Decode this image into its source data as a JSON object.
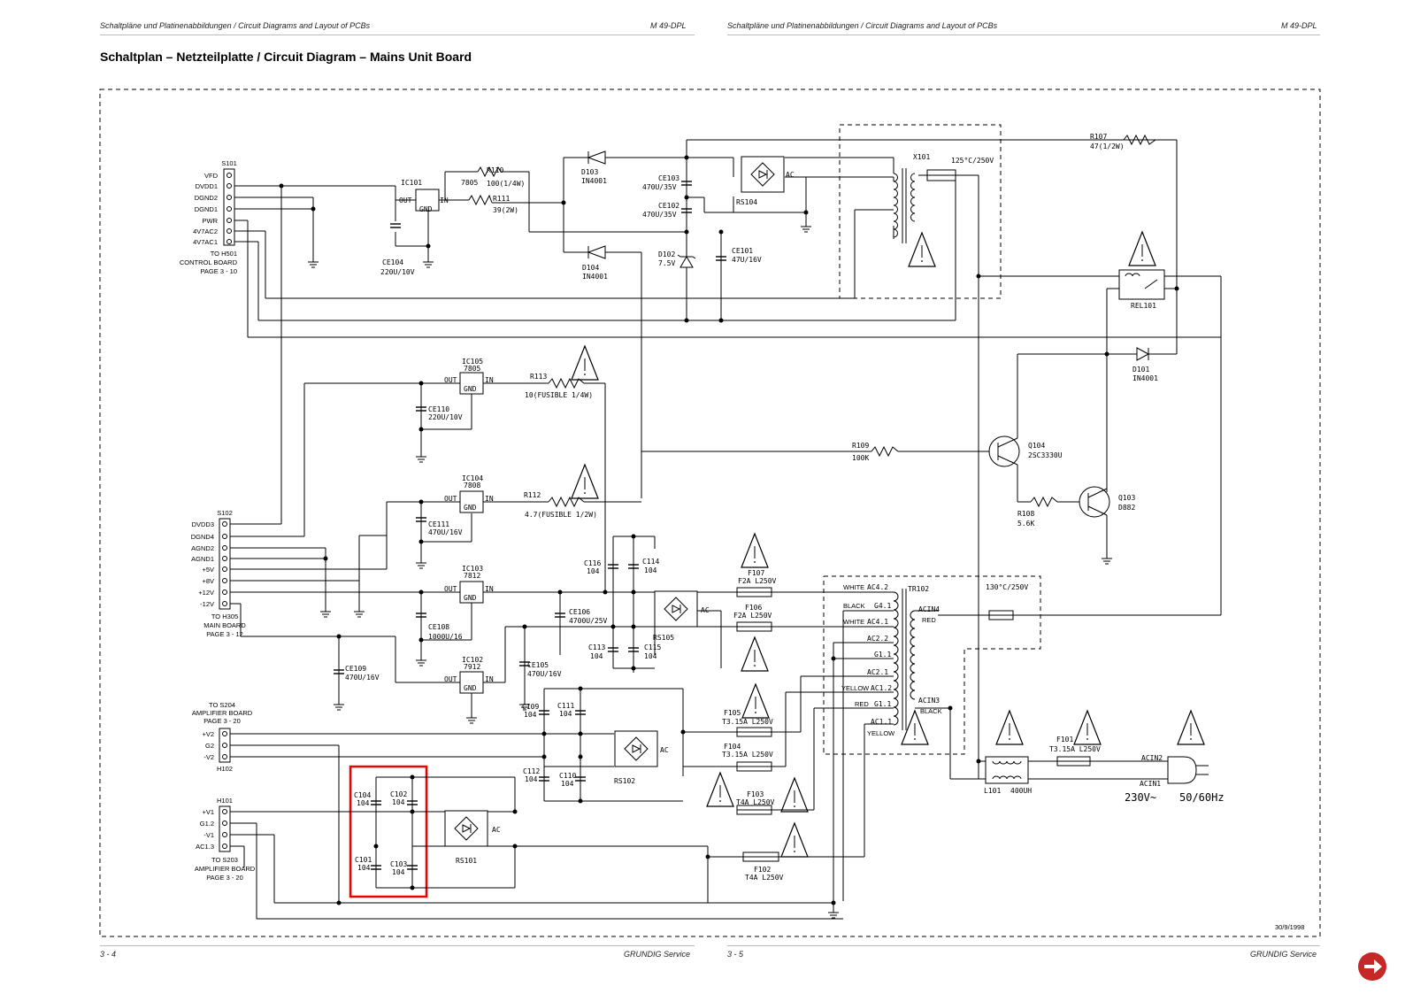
{
  "header": {
    "left_title": "Schaltpläne und Platinenabbildungen / Circuit Diagrams and Layout of PCBs",
    "left_model": "M 49-DPL",
    "right_title": "Schaltpläne und Platinenabbildungen / Circuit Diagrams and Layout of PCBs",
    "right_model": "M 49-DPL"
  },
  "page_title": "Schaltplan – Netzteilplatte / Circuit Diagram – Mains Unit Board",
  "footer": {
    "left_page": "3 - 4",
    "left_brand": "GRUNDIG Service",
    "right_page": "3 - 5",
    "right_brand": "GRUNDIG Service",
    "date": "30/9/1998"
  },
  "connectors": {
    "s101": {
      "name": "S101",
      "pins": [
        "VFD",
        "DVDD1",
        "DGND2",
        "DGND1",
        "PWR",
        "4V7AC2",
        "4V7AC1"
      ],
      "note": [
        "TO H501",
        "CONTROL BOARD",
        "PAGE 3 - 10"
      ]
    },
    "s102": {
      "name": "S102",
      "pins": [
        "DVDD3",
        "DGND4",
        "AGND2",
        "AGND1",
        "+5V",
        "+8V",
        "+12V",
        "-12V"
      ],
      "note": [
        "TO H305",
        "MAIN BOARD",
        "PAGE 3 - 12"
      ]
    },
    "h102": {
      "name": "H102",
      "pins": [
        "+V2",
        "G2",
        "-V2"
      ],
      "note": [
        "TO S204",
        "AMPLIFIER BOARD",
        "PAGE 3 - 20"
      ]
    },
    "h101": {
      "name": "H101",
      "pins": [
        "+V1",
        "G1.2",
        "-V1",
        "AC1.3"
      ],
      "note": [
        "TO S203",
        "AMPLIFIER BOARD",
        "PAGE 3 - 20"
      ]
    }
  },
  "parts": {
    "ic101": "IC101",
    "ic101_type": "7805",
    "ic105": "IC105",
    "ic105_type": "7805",
    "ic104": "IC104",
    "ic104_type": "7808",
    "ic103": "IC103",
    "ic103_type": "7812",
    "ic102": "IC102",
    "ic102_type": "7912",
    "out": "OUT",
    "in": "IN",
    "gnd": "GND",
    "r110": "R110",
    "r110_v": "100(1/4W)",
    "r111": "R111",
    "r111_v": "39(2W)",
    "r113": "R113",
    "r113_v": "10(FUSIBLE 1/4W)",
    "r112": "R112",
    "r112_v": "4.7(FUSIBLE 1/2W)",
    "r107": "R107",
    "r107_v": "47(1/2W)",
    "r109": "R109",
    "r109_v": "100K",
    "r108": "R108",
    "r108_v": "5.6K",
    "ce104": "CE104",
    "ce104_v": "220U/10V",
    "ce110": "CE110",
    "ce110_v": "220U/10V",
    "ce111": "CE111",
    "ce111_v": "470U/16V",
    "ce108": "CE108",
    "ce108_v": "1000U/16",
    "ce109": "CE109",
    "ce109_v": "470U/16V",
    "ce106": "CE106",
    "ce106_v": "4700U/25V",
    "ce105": "CE105",
    "ce105_v": "470U/16V",
    "ce103": "CE103",
    "ce103_v": "470U/35V",
    "ce102": "CE102",
    "ce102_v": "470U/35V",
    "ce101": "CE101",
    "ce101_v": "47U/16V",
    "d103": "D103",
    "d103_v": "IN4001",
    "d104": "D104",
    "d104_v": "IN4001",
    "d102": "D102",
    "d102_v": "7.5V",
    "d101": "D101",
    "d101_v": "IN4001",
    "rs104": "RS104",
    "rs105": "RS105",
    "rs102": "RS102",
    "rs101": "RS101",
    "ac": "AC",
    "x101": "X101",
    "x101_v": "125°C/250V",
    "rel101": "REL101",
    "q104": "Q104",
    "q104_v": "2SC3330U",
    "q103": "Q103",
    "q103_v": "D882",
    "c116": "C116",
    "c114": "C114",
    "c113": "C113",
    "c115": "C115",
    "c109": "C109",
    "c111": "C111",
    "c112": "C112",
    "c110": "C110",
    "c104": "C104",
    "c102": "C102",
    "c101": "C101",
    "c103": "C103",
    "c_v": "104",
    "f107": "F107",
    "f107_v": "F2A L250V",
    "f106": "F106",
    "f106_v": "F2A L250V",
    "f105": "F105",
    "f105_v": "T3.15A L250V",
    "f104": "F104",
    "f104_v": "T3.15A L250V",
    "f103": "F103",
    "f103_v": "T4A L250V",
    "f102": "F102",
    "f102_v": "T4A L250V",
    "f101": "F101",
    "f101_v": "T3.15A L250V",
    "tr102": "TR102",
    "tr102_v": "130°C/250V",
    "l101": "L101",
    "l101_v": "400UH",
    "acin1": "ACIN1",
    "acin2": "ACIN2",
    "acin3": "ACIN3",
    "acin4": "ACIN4",
    "red": "RED",
    "black": "BLACK",
    "mains_v": "230V~",
    "mains_f": "50/60Hz"
  },
  "transformer_taps": [
    {
      "color": "WHITE",
      "tap": "AC4.2"
    },
    {
      "color": "BLACK",
      "tap": "G4.1"
    },
    {
      "color": "WHITE",
      "tap": "AC4.1"
    },
    {
      "color": "",
      "tap": "AC2.2"
    },
    {
      "color": "",
      "tap": "G1.1"
    },
    {
      "color": "",
      "tap": "AC2.1"
    },
    {
      "color": "YELLOW",
      "tap": "AC1.2"
    },
    {
      "color": "RED",
      "tap": "G1.1"
    },
    {
      "color": "",
      "tap": "AC1.1"
    },
    {
      "color": "YELLOW",
      "tap": ""
    }
  ]
}
